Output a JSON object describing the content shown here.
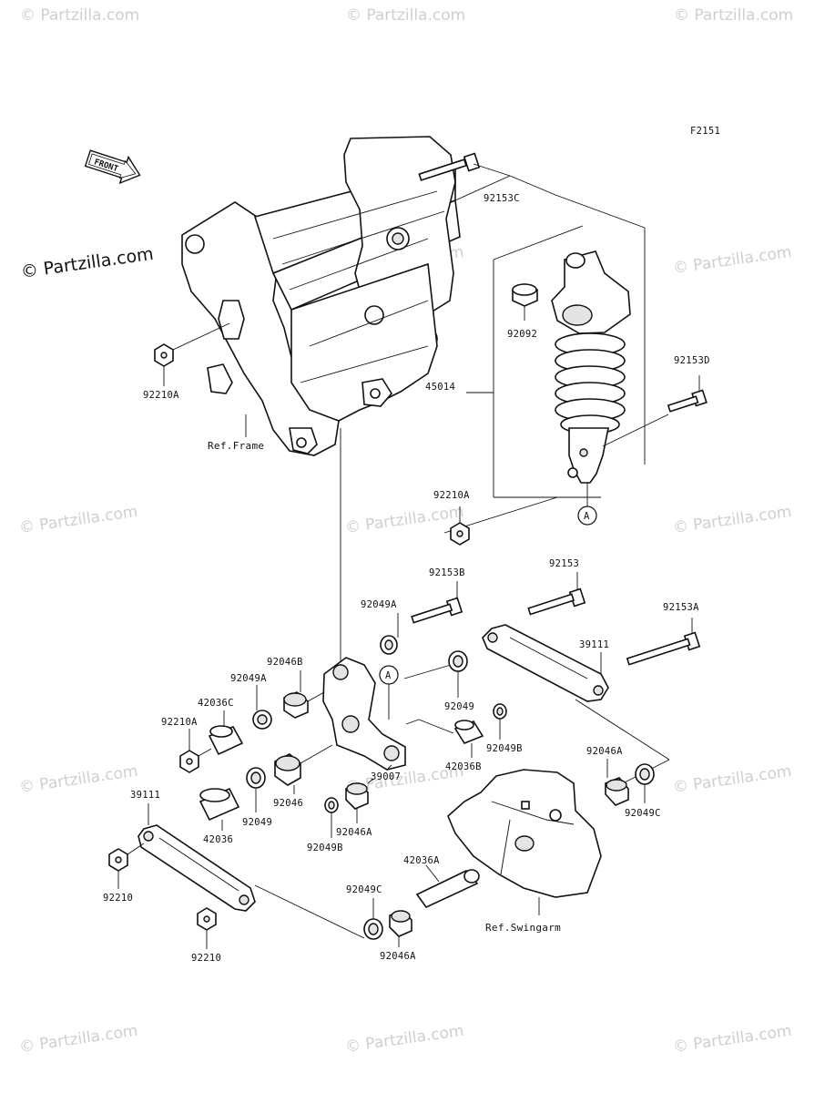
{
  "diagram_code": "F2151",
  "front_arrow_label": "FRONT",
  "watermark": {
    "main": "© Partzilla.com",
    "repeat": "© Partzilla.com"
  },
  "parts": {
    "p92153C": "92153C",
    "p92092": "92092",
    "p45014": "45014",
    "p92153D": "92153D",
    "p92210A_top": "92210A",
    "p92210A_mid": "92210A",
    "p92153B": "92153B",
    "p92153": "92153",
    "p92153A": "92153A",
    "p92049A_top": "92049A",
    "p92046B": "92046B",
    "p92049A_left": "92049A",
    "p42036C": "42036C",
    "p92210A_left": "92210A",
    "p39111_right": "39111",
    "p92049_right": "92049",
    "p42036B": "42036B",
    "p92049B_right": "92049B",
    "p39007": "39007",
    "p92046": "92046",
    "p92046A_mid": "92046A",
    "p92049B_mid": "92049B",
    "p39111_left": "39111",
    "p42036": "42036",
    "p92049_left": "92049",
    "p92046A_right": "92046A",
    "p92049C_right": "92049C",
    "p42036A": "42036A",
    "p92049C_bottom": "92049C",
    "p92046A_bottom": "92046A",
    "p92210_top": "92210",
    "p92210_bottom": "92210"
  },
  "refs": {
    "frame": "Ref.Frame",
    "swingarm": "Ref.Swingarm"
  },
  "markers": {
    "a1": "A",
    "a2": "A"
  }
}
